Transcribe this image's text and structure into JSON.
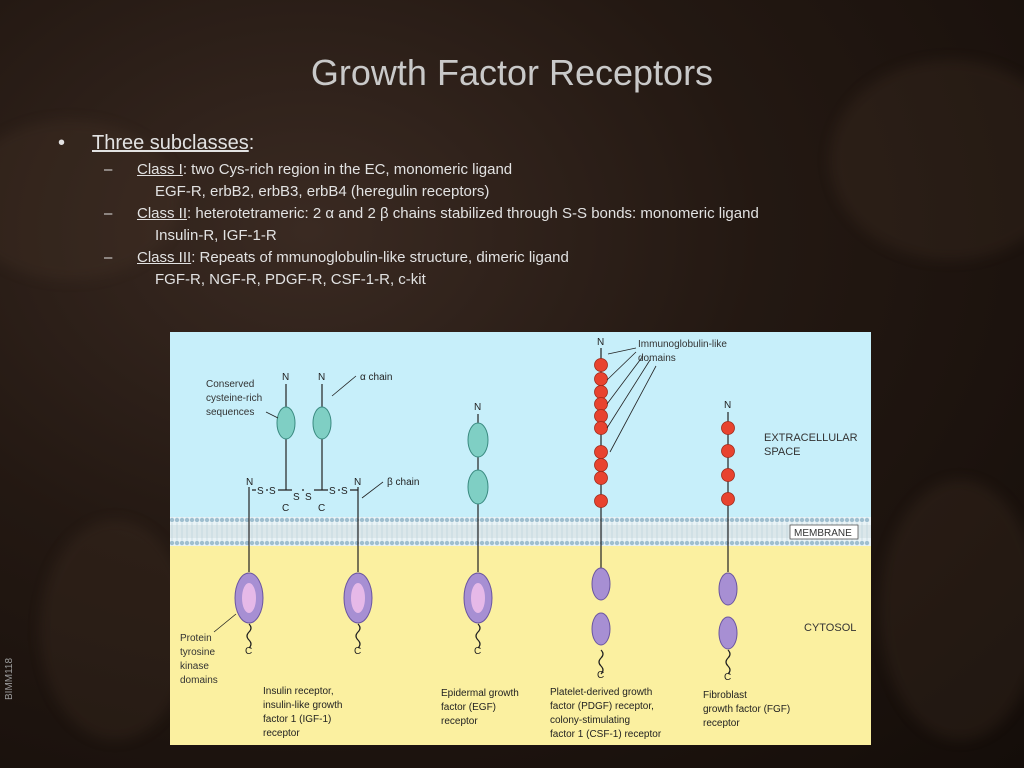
{
  "slide": {
    "title": "Growth Factor Receptors",
    "side_code": "BIMM118"
  },
  "bullets": {
    "top": {
      "marker": "•",
      "label": "Three subclasses",
      "suffix": ":"
    },
    "classes": [
      {
        "marker": "–",
        "name": "Class I",
        "desc": ": two Cys-rich region in the EC, monomeric ligand",
        "examples": "EGF-R, erbB2, erbB3, erbB4 (heregulin receptors)"
      },
      {
        "marker": "–",
        "name": "Class II",
        "desc": ": heterotetrameric: 2 α and 2 β  chains stabilized through S-S bonds: monomeric ligand",
        "examples": "Insulin-R, IGF-1-R"
      },
      {
        "marker": "–",
        "name": "Class III",
        "desc": ": Repeats of mmunoglobulin-like structure, dimeric ligand",
        "examples": "FGF-R, NGF-R, PDGF-R, CSF-1-R, c-kit"
      }
    ]
  },
  "diagram": {
    "colors": {
      "extracellular": "#c7effa",
      "cytosol": "#fbf0a0",
      "membrane": "#9fbfd0",
      "cys_domain": "#7fcfc4",
      "ig_domain": "#e8432f",
      "kinase": "#a78fd3",
      "kinase_inner": "#e6b9e8"
    },
    "labels": {
      "extracellular": [
        "EXTRACELLULAR",
        "SPACE"
      ],
      "membrane": "MEMBRANE",
      "cytosol": "CYTOSOL",
      "alpha_chain": "α chain",
      "beta_chain": "β chain",
      "conserved": [
        "Conserved",
        "cysteine-rich",
        "sequences"
      ],
      "ig_like": [
        "Immunoglobulin-like",
        "domains"
      ],
      "kinase": [
        "Protein",
        "tyrosine",
        "kinase",
        "domains"
      ],
      "n": "N",
      "c": "C",
      "s": "S"
    },
    "receptors": [
      {
        "name": [
          "Insulin receptor,",
          "insulin-like growth",
          "factor 1 (IGF-1)",
          "receptor"
        ]
      },
      {
        "name": [
          "Epidermal growth",
          "factor (EGF)",
          "receptor"
        ]
      },
      {
        "name": [
          "Platelet-derived growth",
          "factor (PDGF) receptor,",
          "colony-stimulating",
          "factor 1 (CSF-1) receptor"
        ]
      },
      {
        "name": [
          "Fibroblast",
          "growth factor (FGF)",
          "receptor"
        ]
      }
    ]
  }
}
